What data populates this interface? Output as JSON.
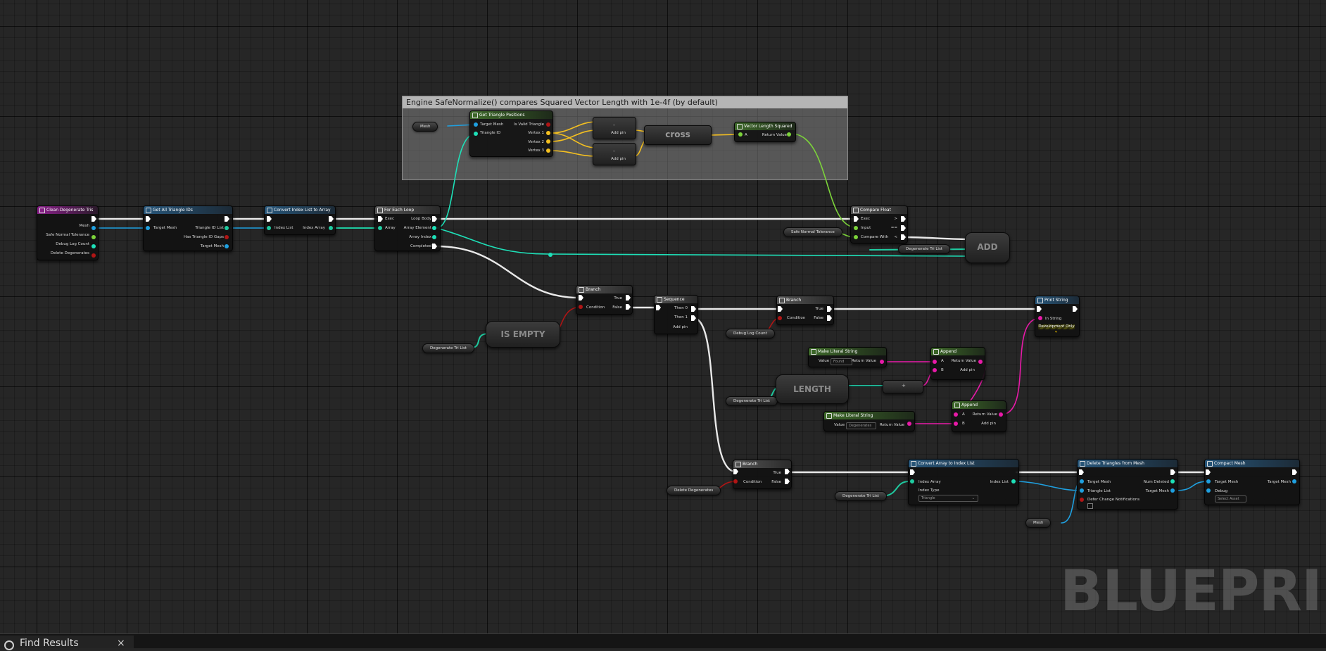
{
  "comment": {
    "title": "Engine SafeNormalize() compares Squared Vector Length with 1e-4f (by default)"
  },
  "nodes": {
    "clean": {
      "title": "Clean Degenerate Tris",
      "pins": [
        "Mesh",
        "Safe Normal Tolerance",
        "Debug Log Count",
        "Delete Degenerates"
      ]
    },
    "getall": {
      "title": "Get All Triangle IDs",
      "pins": [
        "Target Mesh",
        "Triangle ID List",
        "Has Triangle ID Gaps",
        "Target Mesh"
      ]
    },
    "convert": {
      "title": "Convert Index List to Array",
      "pins": [
        "Index List",
        "Index Array"
      ]
    },
    "foreach": {
      "title": "For Each Loop",
      "pins": [
        "Exec",
        "Array",
        "Loop Body",
        "Array Element",
        "Array Index",
        "Completed"
      ]
    },
    "gettri": {
      "title": "Get Triangle Positions",
      "pins": [
        "Target Mesh",
        "Triangle ID",
        "Is Valid Triangle",
        "Vertex 1",
        "Vertex 2",
        "Vertex 3"
      ]
    },
    "sub1": {
      "op": "-",
      "addpin": "Add pin"
    },
    "sub2": {
      "op": "-",
      "addpin": "Add pin"
    },
    "cross": {
      "label": "cross"
    },
    "vls": {
      "title": "Vector Length Squared",
      "pins": [
        "A",
        "Return Value"
      ]
    },
    "compare": {
      "title": "Compare Float",
      "pins": [
        "Exec",
        "Input",
        "Compare With",
        ">",
        "==",
        "<"
      ]
    },
    "add": {
      "label": "ADD"
    },
    "branch1": {
      "title": "Branch",
      "pins": [
        "Condition",
        "True",
        "False"
      ]
    },
    "isempty": {
      "label": "IS EMPTY"
    },
    "sequence": {
      "title": "Sequence",
      "pins": [
        "Then 0",
        "Then 1",
        "Add pin"
      ]
    },
    "branch2": {
      "title": "Branch",
      "pins": [
        "Condition",
        "True",
        "False"
      ]
    },
    "print": {
      "title": "Print String",
      "pins": [
        "In String",
        "Development Only"
      ]
    },
    "mls1": {
      "title": "Make Literal String",
      "pins": [
        "Value",
        "Return Value"
      ],
      "value": "Found"
    },
    "append1": {
      "title": "Append",
      "pins": [
        "A",
        "B",
        "Return Value",
        "Add pin"
      ]
    },
    "length": {
      "label": "LENGTH"
    },
    "plus": {
      "op": "+"
    },
    "append2": {
      "title": "Append",
      "pins": [
        "A",
        "B",
        "Return Value",
        "Add pin"
      ]
    },
    "mls2": {
      "title": "Make Literal String",
      "pins": [
        "Value",
        "Return Value"
      ],
      "value": "Degenerates"
    },
    "branch3": {
      "title": "Branch",
      "pins": [
        "Condition",
        "True",
        "False"
      ]
    },
    "convert2": {
      "title": "Convert Array to Index List",
      "pins": [
        "Index Array",
        "Index Type",
        "Index List"
      ],
      "index_type": "Triangle"
    },
    "delete": {
      "title": "Delete Triangles from Mesh",
      "pins": [
        "Target Mesh",
        "Triangle List",
        "Defer Change Notifications",
        "Num Deleted",
        "Target Mesh"
      ]
    },
    "compactm": {
      "title": "Compact Mesh",
      "pins": [
        "Target Mesh",
        "Debug",
        "Target Mesh"
      ],
      "debug_value": "Select Asset"
    }
  },
  "vars": {
    "mesh_top": "Mesh",
    "safe_tol": "Safe Normal Tolerance",
    "degen_add": "Degenerate Tri List",
    "degen_isempty": "Degenerate Tri List",
    "debug_count": "Debug Log Count",
    "degen_length": "Degenerate Tri List",
    "delete_degen": "Delete Degenerates",
    "degen_convert": "Degenerate Tri List",
    "mesh_bottom": "Mesh"
  },
  "watermark": "BLUEPRINT",
  "tab": {
    "title": "Find Results",
    "close": "×"
  },
  "colors": {
    "exec": "#ffffff",
    "mesh": "#1fa0e0",
    "array": "#1fcba0",
    "vector": "#f5c020",
    "float": "#7cd33a",
    "bool": "#b01515",
    "string": "#e81aa8",
    "int": "#1ee0b8"
  }
}
